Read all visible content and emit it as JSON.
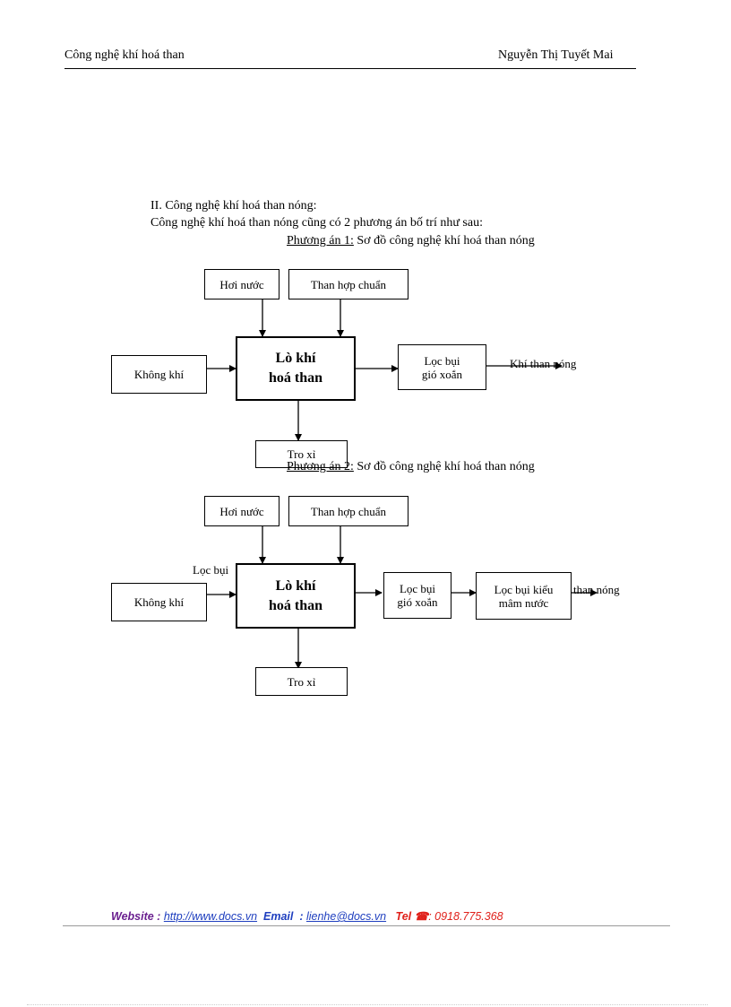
{
  "header": {
    "left": "Công nghệ khí hoá than",
    "right": "Nguyễn Thị Tuyết Mai"
  },
  "section": {
    "heading": "II. Công nghệ khí hoá than nóng:",
    "intro": "Công nghệ khí hoá than nóng cũng có 2 phương án bố trí như sau:"
  },
  "option1": {
    "label": "Phương án 1:",
    "caption": "Sơ đồ công nghệ khí hoá than nóng",
    "boxes": {
      "steam": "Hơi nước",
      "coal": "Than hợp chuẩn",
      "air": "Không khí",
      "gasifier_line1": "Lò khí",
      "gasifier_line2": "hoá than",
      "cyclone_line1": "Lọc bụi",
      "cyclone_line2": "gió xoắn",
      "ash": "Tro xỉ"
    },
    "output": "Khí than nóng"
  },
  "option2": {
    "label": "Phương án 2:",
    "caption": "Sơ đồ công nghệ khí hoá than nóng",
    "boxes": {
      "steam": "Hơi nước",
      "coal": "Than hợp chuẩn",
      "air": "Không khí",
      "gasifier_line1": "Lò khí",
      "gasifier_line2": "hoá than",
      "cyclone_line1": "Lọc bụi",
      "cyclone_line2": "gió xoắn",
      "scrubber_line1": "Lọc bụi kiểu",
      "scrubber_line2": "mâm nước",
      "ash": "Tro xỉ"
    },
    "filter_label": "Lọc bụi",
    "output": "than nóng"
  },
  "footer": {
    "website_label": "Website :",
    "website_url": "http://www.docs.vn",
    "email_label": "Email",
    "email_sep": ":",
    "email": "lienhe@docs.vn",
    "tel_label": "Tel",
    "phone_icon": "phone-icon",
    "tel": ": 0918.775.368"
  }
}
